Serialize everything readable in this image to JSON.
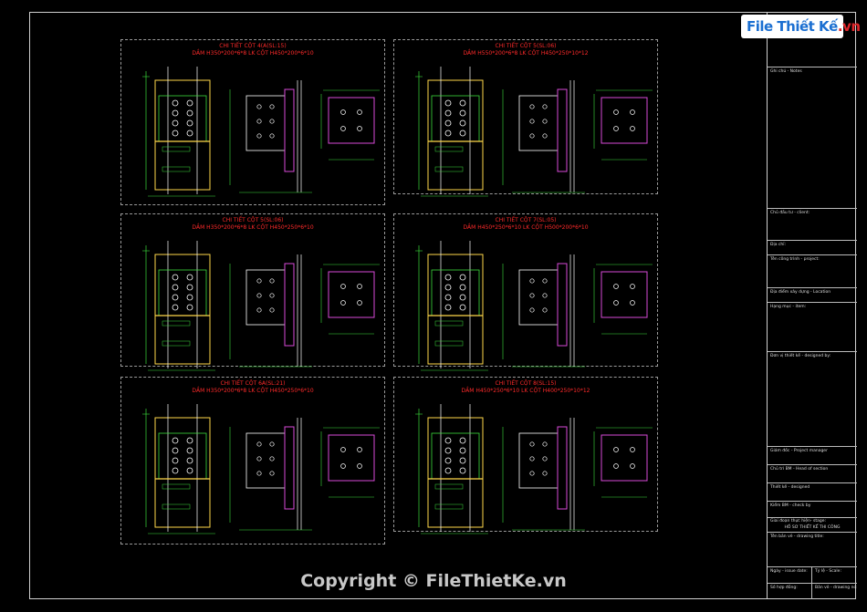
{
  "logo": {
    "text": "File Thiết Kế",
    "suffix": ".vn"
  },
  "watermark": "Copyright © FileThietKe.vn",
  "panels": [
    {
      "title": "CHI TIẾT CỘT 4(A(SL:15)",
      "subtitle": "DẦM H350*200*6*8 LK CỘT H450*200*6*10"
    },
    {
      "title": "CHI TIẾT CỘT 5(SL:06)",
      "subtitle": "DẦM H550*200*6*8 LK CỘT H450*250*10*12"
    },
    {
      "title": "CHI TIẾT CỘT 5(SL:06)",
      "subtitle": "DẦM H350*200*6*8 LK CỘT H450*250*6*10"
    },
    {
      "title": "CHI TIẾT CỘT 7(SL:05)",
      "subtitle": "DẦM H450*250*6*10 LK CỘT H500*200*6*10"
    },
    {
      "title": "CHI TIẾT CỘT 6A(SL:21)",
      "subtitle": "DẦM H350*200*6*8 LK CỘT H450*250*6*10"
    },
    {
      "title": "CHI TIẾT CỘT 8(SL:15)",
      "subtitle": "DẦM H450*250*6*10 LK CỘT H400*250*10*12"
    }
  ],
  "title_block": {
    "notes": "Ghi chú - Notes",
    "client": "Chủ đầu tư - client:",
    "address": "Địa chỉ:",
    "project": "Tên công trình - project:",
    "location": "Địa điểm xây dựng - Location",
    "item": "Hạng mục - item:",
    "designed_by": "Đơn vị thiết kế - designed by:",
    "project_manager": "Giám đốc - Project manager",
    "head_of_section": "Chủ trì BM - Head of section",
    "designer": "Thiết kế - designed",
    "checker": "Kiểm BM - check by",
    "stage": "Giai đoạn thực hiện- stage:",
    "stage_value": "HỒ SƠ THIẾT KẾ THI CÔNG",
    "drawing_title": "Tên bản vẽ - drawing title:",
    "issue_date": "Ngày - issue date:",
    "scale": "Tỷ lệ - Scale:",
    "contract_no": "Số hợp đồng:",
    "drawing_no": "Bản vẽ - drawing no:"
  }
}
